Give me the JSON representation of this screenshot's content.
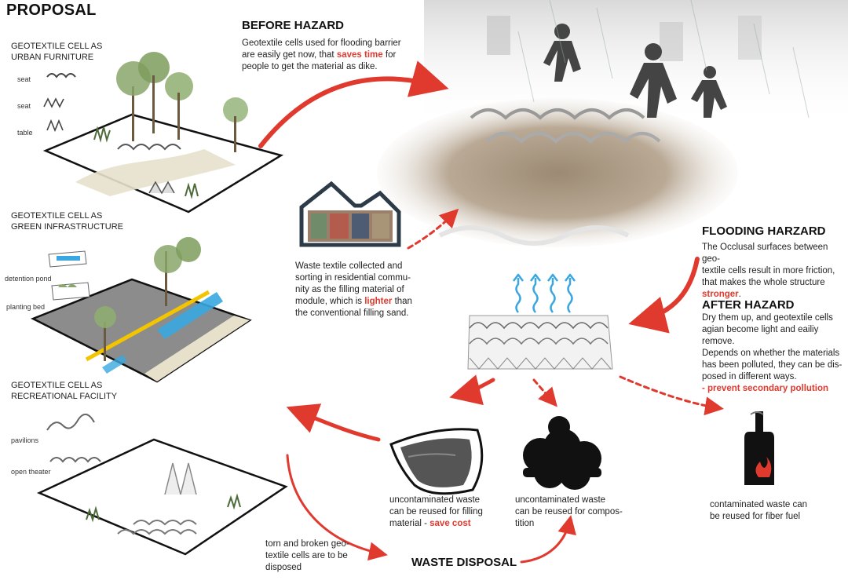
{
  "title": "PROPOSAL",
  "left": {
    "urban": {
      "line1": "GEOTEXTILE CELL AS",
      "line2": "URBAN FURNITURE",
      "items": [
        "seat",
        "seat",
        "table"
      ]
    },
    "green": {
      "line1": "GEOTEXTILE CELL AS",
      "line2": "GREEN INFRASTRUCTURE",
      "items": [
        "detention pond",
        "planting bed"
      ]
    },
    "rec": {
      "line1": "GEOTEXTILE CELL AS",
      "line2": "RECREATIONAL FACILITY",
      "items": [
        "pavilions",
        "open theater"
      ]
    }
  },
  "before": {
    "heading": "BEFORE HAZARD",
    "l1": "Geotextile cells used for flooding barrier",
    "l2": "are easily get now, that",
    "l2_hl": "saves time",
    "l2_end": "for",
    "l3": "people to get the material as dike."
  },
  "waste_textile": {
    "l1": "Waste textile collected and",
    "l2": "sorting in residential commu-",
    "l3": "nity as the filling material of",
    "l4": "module, which is",
    "l4_hl": "lighter",
    "l4_end": "than",
    "l5": "the conventional filling sand."
  },
  "flooding": {
    "heading": "FLOODING HARZARD",
    "l1": "The Occlusal surfaces between geo-",
    "l2": "textile cells result in more friction,",
    "l3": "that makes the whole structure",
    "l4_hl": "stronger",
    "l4_end": "."
  },
  "after": {
    "heading": "AFTER HAZARD",
    "l1": "Dry them up, and geotextile cells",
    "l2": "agian become light and eailiy remove.",
    "l3": "Depends on whether the materials",
    "l4": "has been polluted, they can be dis-",
    "l5": "posed in different ways.",
    "l6_hl": "- prevent secondary pollution"
  },
  "filling": {
    "l1": "uncontaminated waste",
    "l2": "can be reused for filling",
    "l3": "material -",
    "l3_hl": "save cost"
  },
  "compost": {
    "l1": "uncontaminated waste",
    "l2": "can be reused for compos-",
    "l3": "tition"
  },
  "fuel": {
    "l1": "contaminated waste can",
    "l2": "be reused for fiber fuel"
  },
  "torn": {
    "l1": "torn and broken geo-",
    "l2": "textile cells are to be",
    "l3": "disposed"
  },
  "disposal": {
    "heading": "WASTE DISPOSAL"
  },
  "colors": {
    "accent": "#e03a2f",
    "water": "#3aa7e0",
    "road": "#f3c400"
  },
  "icons": [
    "house-waste-textile-icon",
    "evaporation-icon",
    "sandbag-icon",
    "compost-pile-icon",
    "furnace-icon"
  ]
}
